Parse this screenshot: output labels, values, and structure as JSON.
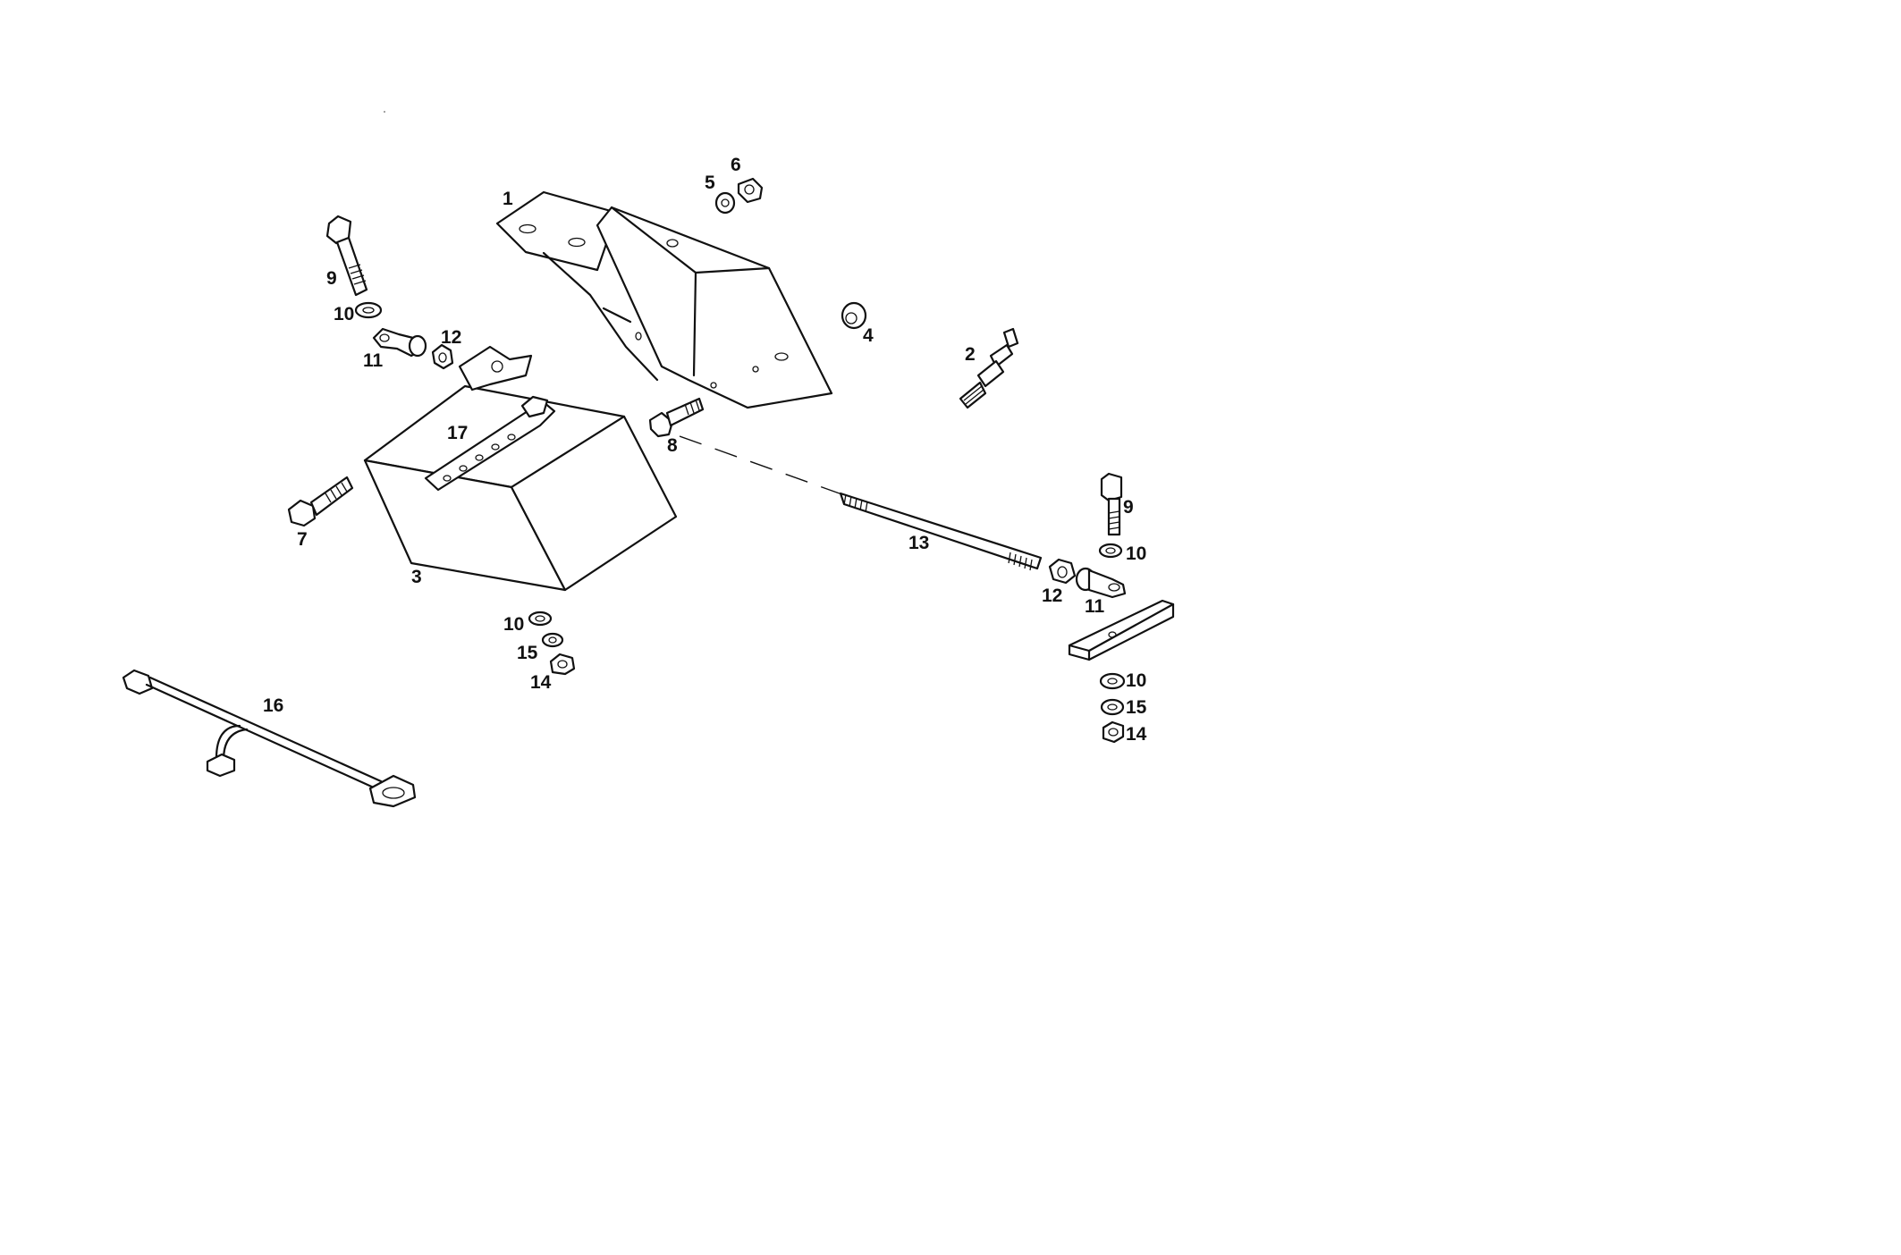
{
  "callouts": {
    "bracket": "1",
    "sensor": "2",
    "battery": "3",
    "spacer": "4",
    "washer_top": "5",
    "nut_top": "6",
    "bolt_left": "7",
    "bolt_mid": "8",
    "bolt_upper_left": "9",
    "washer_upper_left": "10",
    "lug_left": "11",
    "nut_left": "12",
    "threaded_rod": "13",
    "bolt_right": "9",
    "washer_right": "10",
    "nut_rod_right": "12",
    "lug_right": "11",
    "washer_battery_a": "10",
    "washer_battery_b": "15",
    "nut_battery": "14",
    "cable": "16",
    "hold_down_strap": "17",
    "washer_bar_a": "10",
    "washer_bar_b": "15",
    "nut_bar": "14"
  }
}
